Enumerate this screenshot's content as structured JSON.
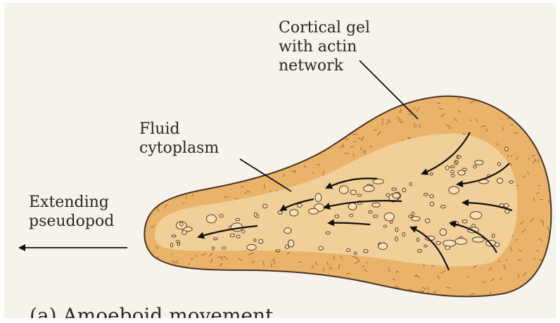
{
  "labels": {
    "cortical_gel": [
      "Cortical gel",
      "with actin",
      "network"
    ],
    "fluid_cytoplasm": [
      "Fluid",
      "cytoplasm"
    ],
    "extending_pseudopod": [
      "Extending",
      "pseudopod"
    ]
  },
  "caption": "(a) Amoeboid movement",
  "colors": {
    "background": "#f6f3ec",
    "cortex": "#e9b46a",
    "endoplasm": "#f1cf99",
    "outline": "#4a3322",
    "ink": "#2a2622"
  }
}
